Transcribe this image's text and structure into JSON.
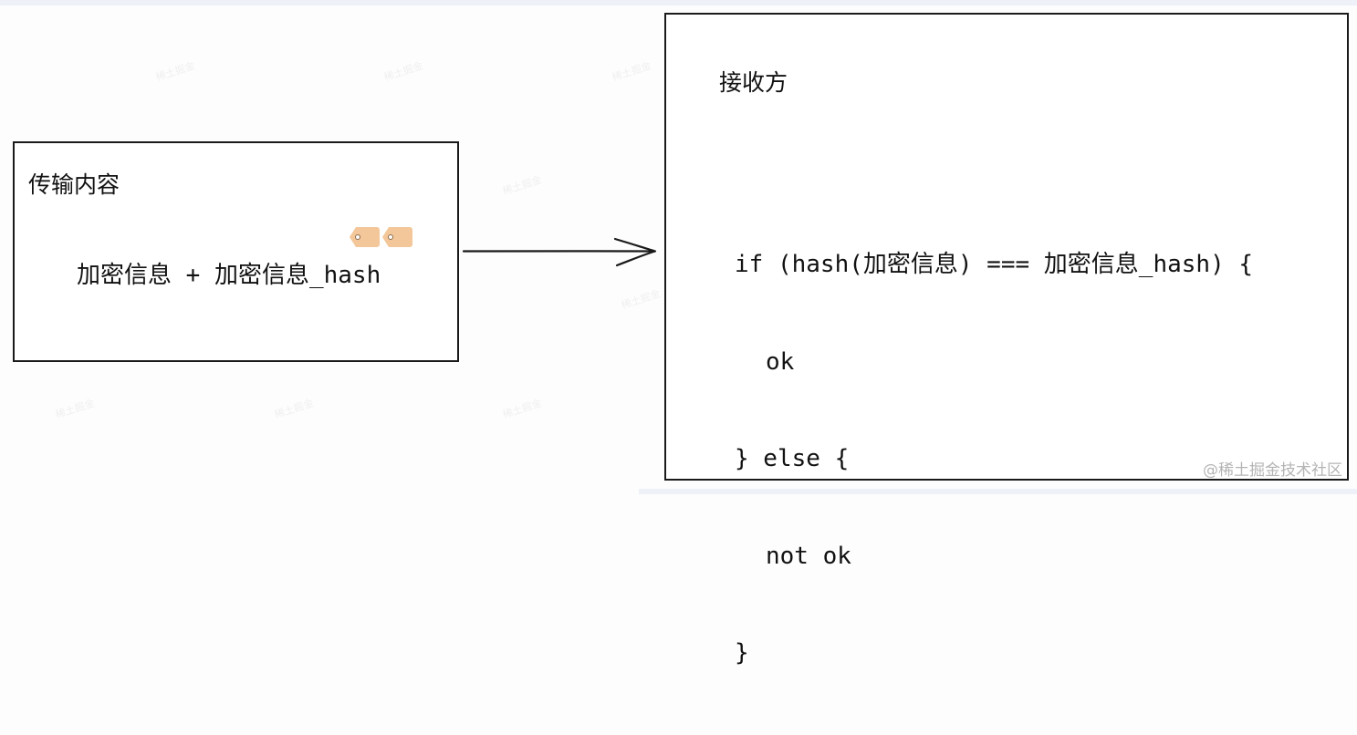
{
  "left_box": {
    "title": "传输内容",
    "payload": "加密信息 + 加密信息_hash"
  },
  "right_box": {
    "title": "接收方",
    "code_lines": [
      "if (hash(加密信息) === 加密信息_hash) {",
      "ok",
      "} else {",
      "not ok",
      "}"
    ]
  },
  "footer": {
    "source": "@稀土掘金技术社区"
  },
  "colors": {
    "tag_fill": "#f3c79a",
    "stroke": "#1a1a1a",
    "background": "#fdfdfd"
  },
  "icons": {
    "tags": "price-tag-icon",
    "connector": "arrow-right-icon"
  }
}
